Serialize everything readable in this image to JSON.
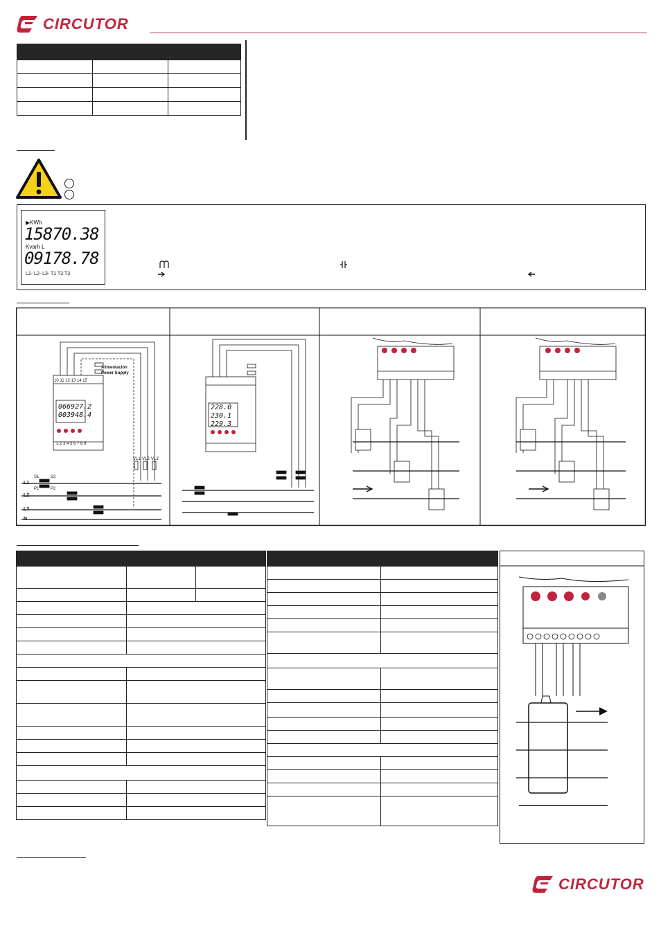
{
  "brand": {
    "name": "CIRCUTOR",
    "color": "#c0243c"
  },
  "lcd": {
    "line1_unit": "▶KWh",
    "line1_value": "15870.38",
    "line2_unit": "Kvarh L",
    "line2_value": "09178.78",
    "indicators": "L1- L2- L3-   T1 T2 T3"
  },
  "diagram_labels": {
    "power_supply_es": "Alimentación",
    "power_supply_en": "Power Supply",
    "phase_l1": "L1",
    "phase_l2": "L2",
    "phase_l3": "L3",
    "neutral": "N",
    "meter_reading_1": "066927.2",
    "meter_reading_2": "003948.4",
    "meter_voltage_1": "228.0",
    "meter_voltage_2": "230.1",
    "meter_voltage_3": "229.3",
    "terminal_row": "10 11 12 13 14 15",
    "terminal_row_bottom": "1 2 3 4 5 6 7 8 9",
    "vl1": "VL1",
    "vl2": "VL2",
    "vl3": "VL3",
    "s1": "S1",
    "s2": "S2",
    "p1": "P1",
    "p2": "P2"
  }
}
